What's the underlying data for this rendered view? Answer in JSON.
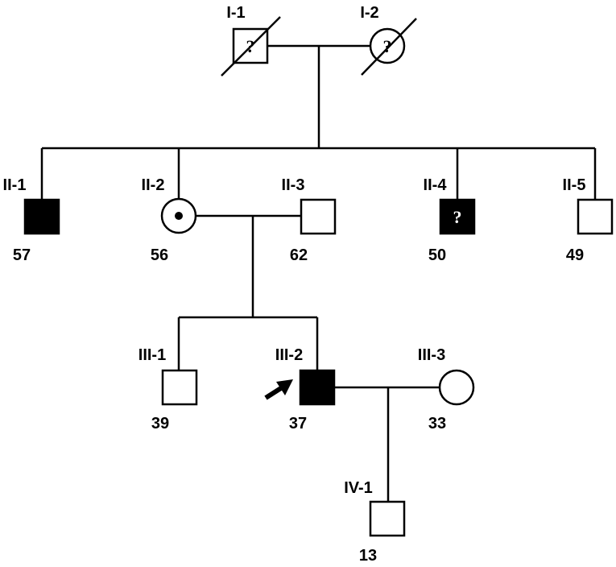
{
  "individuals": [
    {
      "id": "I-1",
      "label": "I-1",
      "sex": "male",
      "affected": false,
      "unknown": true,
      "deceased": true,
      "age": ""
    },
    {
      "id": "I-2",
      "label": "I-2",
      "sex": "female",
      "affected": false,
      "unknown": true,
      "deceased": true,
      "age": ""
    },
    {
      "id": "II-1",
      "label": "II-1",
      "sex": "male",
      "affected": true,
      "age": "57"
    },
    {
      "id": "II-2",
      "label": "II-2",
      "sex": "female",
      "affected": false,
      "carrier": true,
      "age": "56"
    },
    {
      "id": "II-3",
      "label": "II-3",
      "sex": "male",
      "affected": false,
      "age": "62"
    },
    {
      "id": "II-4",
      "label": "II-4",
      "sex": "male",
      "affected": true,
      "unknown": true,
      "age": "50"
    },
    {
      "id": "II-5",
      "label": "II-5",
      "sex": "male",
      "affected": false,
      "age": "49"
    },
    {
      "id": "III-1",
      "label": "III-1",
      "sex": "male",
      "affected": false,
      "age": "39"
    },
    {
      "id": "III-2",
      "label": "III-2",
      "sex": "male",
      "affected": true,
      "proband": true,
      "age": "37"
    },
    {
      "id": "III-3",
      "label": "III-3",
      "sex": "female",
      "affected": false,
      "age": "33"
    },
    {
      "id": "IV-1",
      "label": "IV-1",
      "sex": "male",
      "affected": false,
      "age": "13"
    }
  ],
  "unknown_symbol": "?",
  "colors": {
    "line": "#000000",
    "affected_fill": "#000000",
    "unaffected_fill": "#ffffff"
  }
}
